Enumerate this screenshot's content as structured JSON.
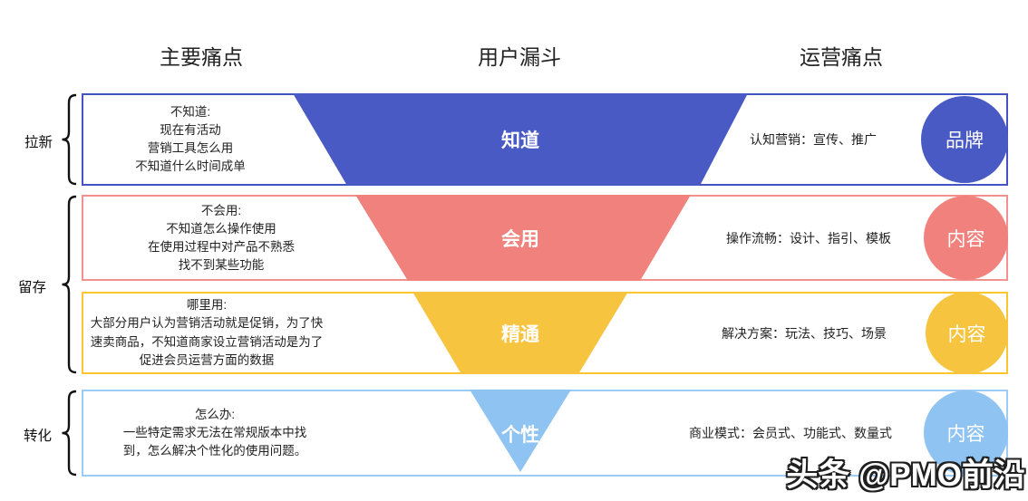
{
  "headers": {
    "main_pains": "主要痛点",
    "funnel": "用户漏斗",
    "ops_pains": "运营痛点"
  },
  "stage_brackets": [
    {
      "label": "拉新"
    },
    {
      "label": "留存"
    },
    {
      "label": "转化"
    }
  ],
  "rows": [
    {
      "pain_title": "不知道:",
      "pain_lines": [
        "现在有活动",
        "营销工具怎么用",
        "不知道什么时间成单"
      ],
      "funnel_label": "知道",
      "ops_text": "认知营销：宣传、推广",
      "circle_label": "品牌",
      "fill": "#4A5AC4",
      "border": "#4353C4"
    },
    {
      "pain_title": "不会用:",
      "pain_lines": [
        "不知道怎么操作使用",
        "在使用过程中对产品不熟悉",
        "找不到某些功能"
      ],
      "funnel_label": "会用",
      "ops_text": "操作流畅：设计、指引、模板",
      "circle_label": "内容",
      "fill": "#F0817C",
      "border": "#F2918D"
    },
    {
      "pain_title": "哪里用:",
      "pain_lines": [
        "大部分用户认为营销活动就是促销，为了快",
        "速卖商品，不知道商家设立营销活动是为了",
        "促进会员运营方面的数据"
      ],
      "funnel_label": "精通",
      "ops_text": "解决方案：玩法、技巧、场景",
      "circle_label": "内容",
      "fill": "#F7C440",
      "border": "#FBC531"
    },
    {
      "pain_title": "怎么办:",
      "pain_lines": [
        "一些特定需求无法在常规版本中找",
        "到，怎么解决个性化的使用问题。"
      ],
      "funnel_label": "个性",
      "ops_text": "商业模式：会员式、功能式、数量式",
      "circle_label": "内容",
      "fill": "#8FC3F2",
      "border": "#9CCBF5"
    }
  ],
  "watermark": "头条 @PMO前沿"
}
